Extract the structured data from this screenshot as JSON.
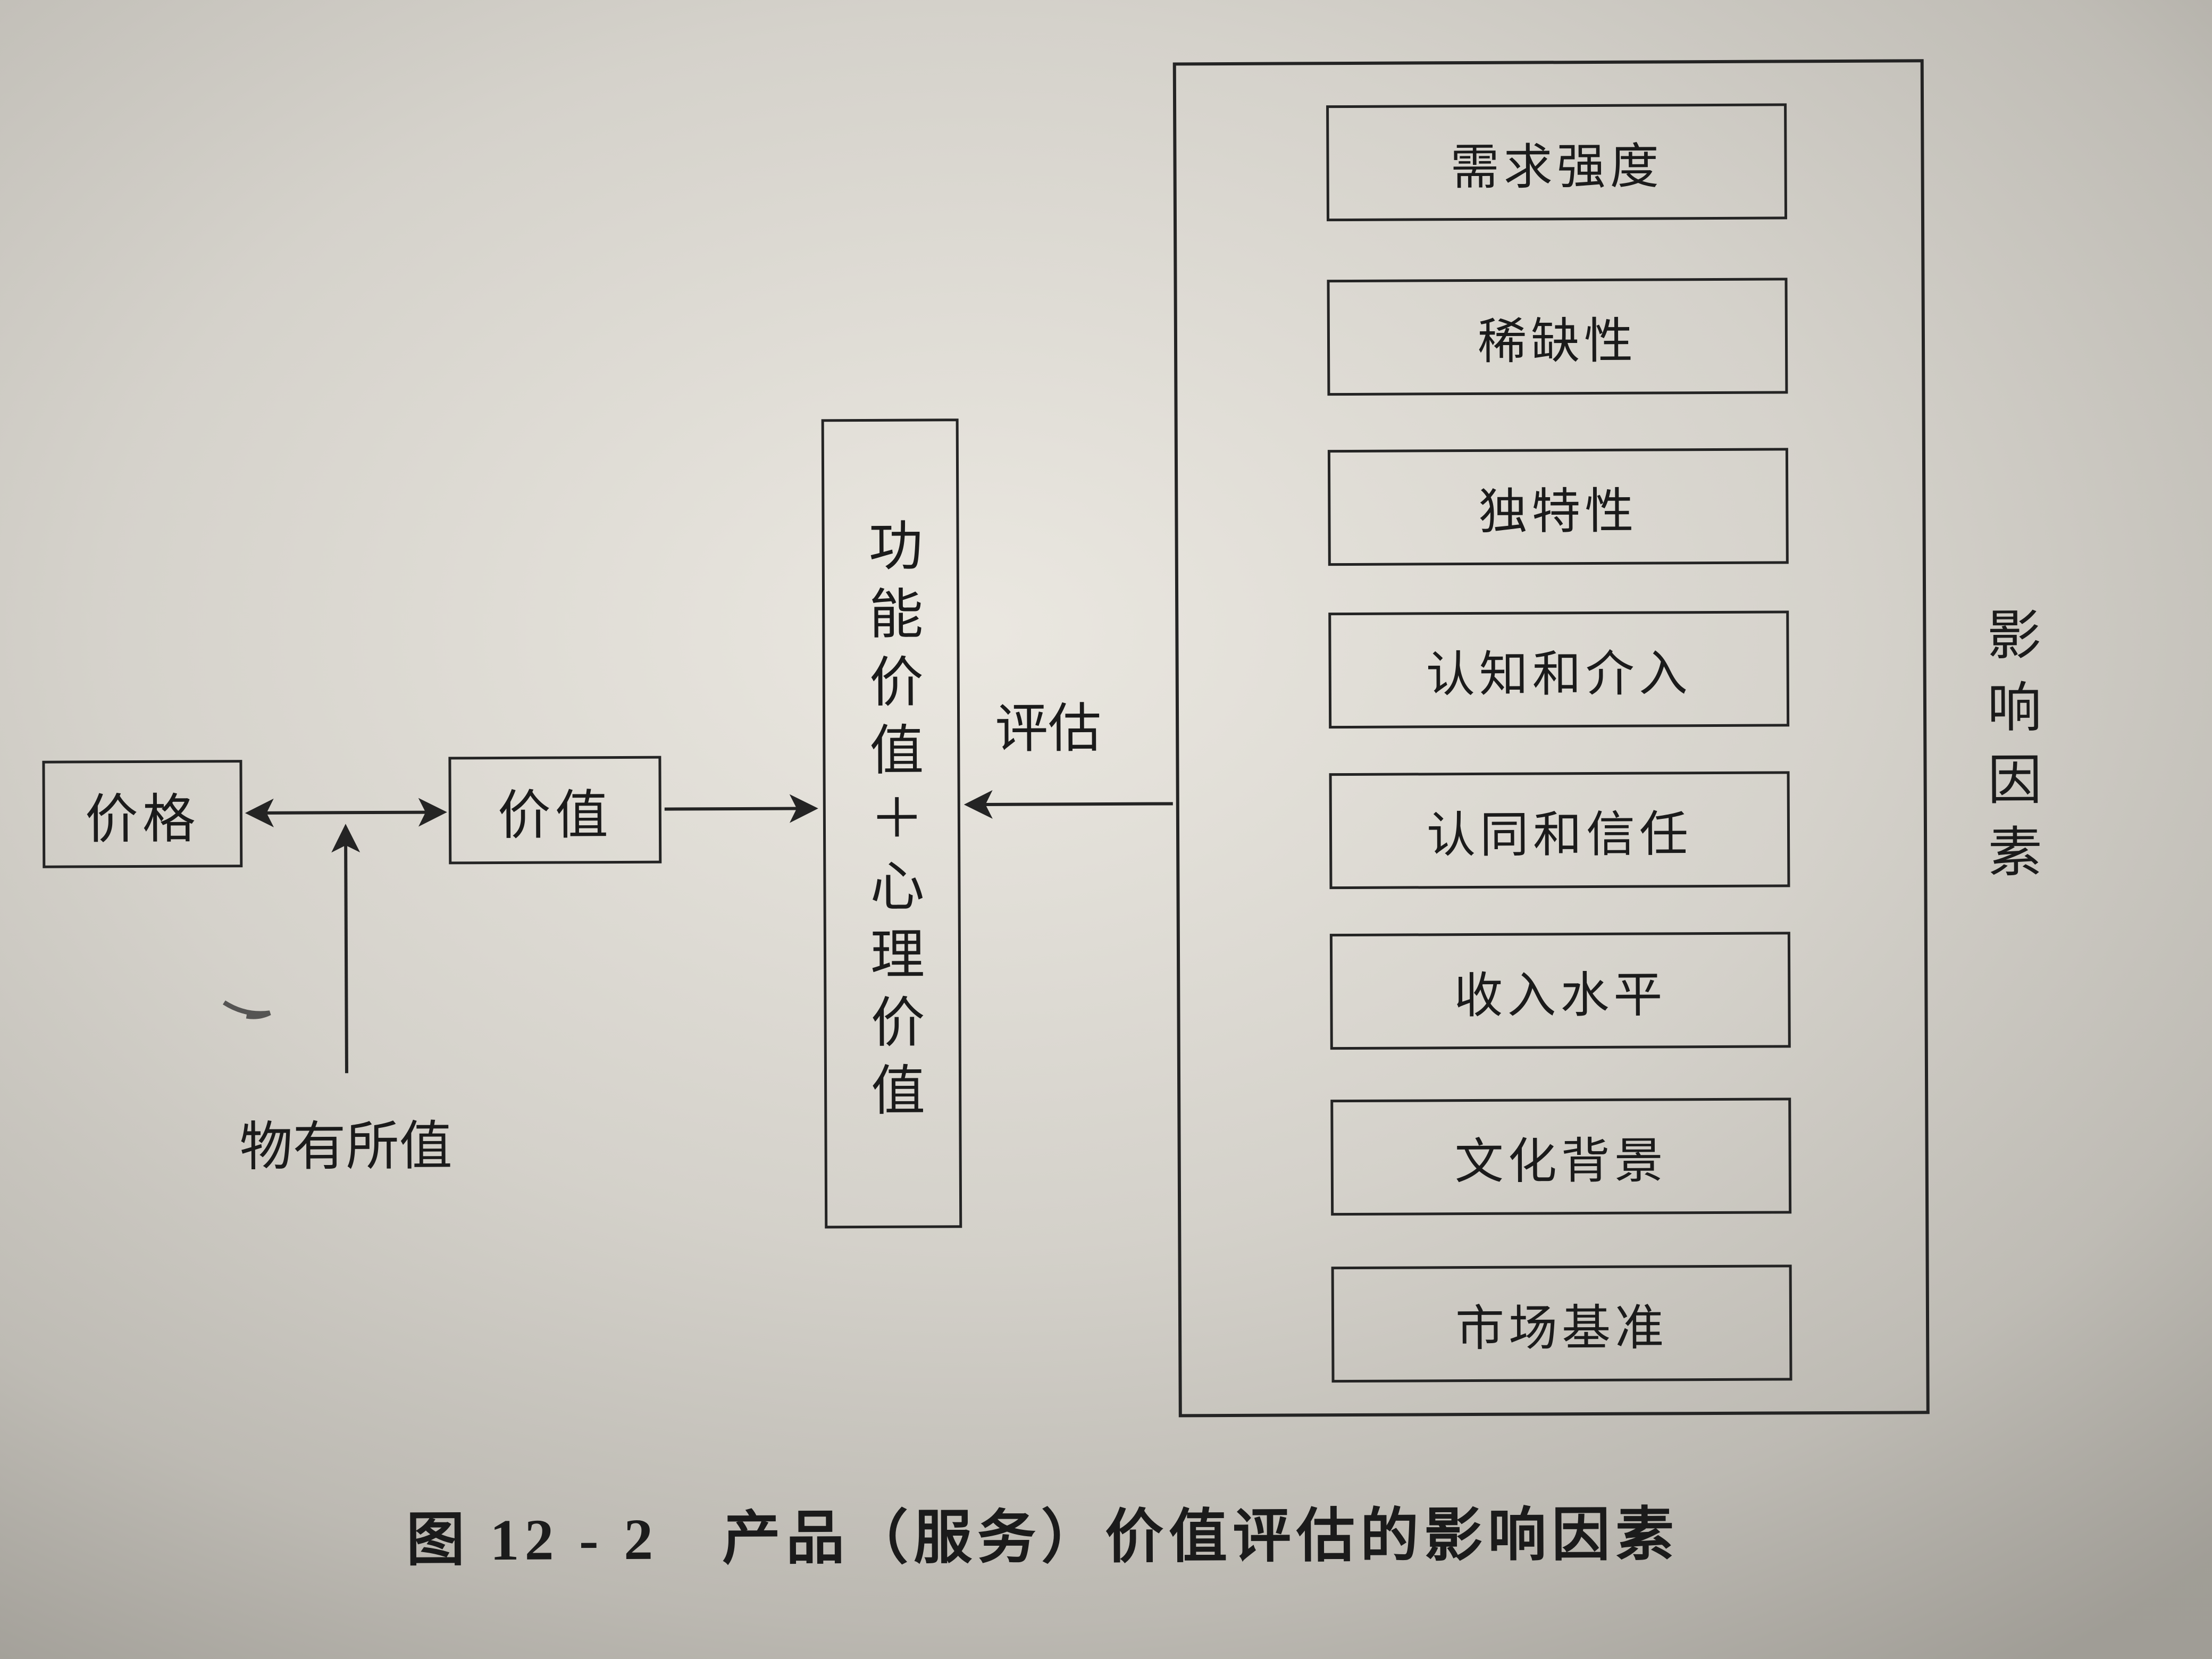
{
  "figure": {
    "caption": "图 12 - 2　产品（服务）价值评估的影响因素",
    "nodes": {
      "price": "价格",
      "value": "价值",
      "combined_value": "功能价值＋心理价值",
      "evaluation_label": "评估",
      "value_for_money": "物有所值",
      "influencing_factors": "影响因素"
    },
    "factors": [
      "需求强度",
      "稀缺性",
      "独特性",
      "认知和介入",
      "认同和信任",
      "收入水平",
      "文化背景",
      "市场基准"
    ]
  }
}
